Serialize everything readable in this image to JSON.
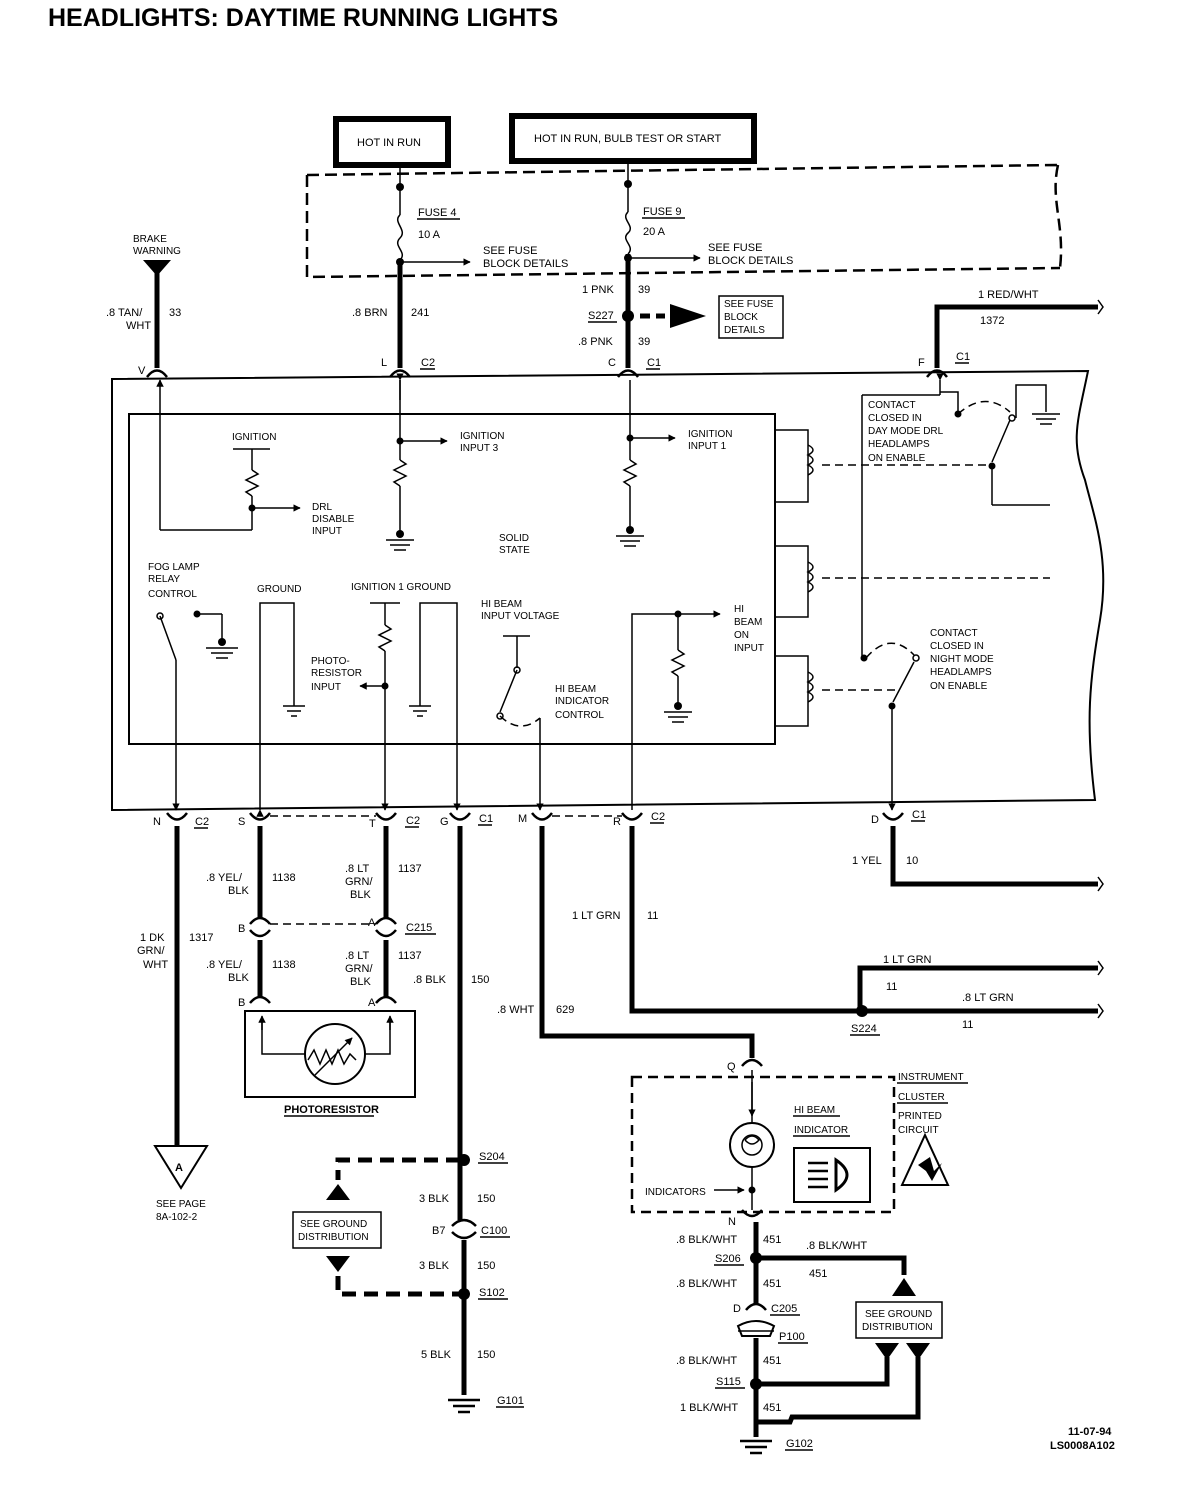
{
  "title": "HEADLIGHTS: DAYTIME RUNNING LIGHTS",
  "power": {
    "hot_in_run": "HOT IN RUN",
    "hot_in_run_bulb": "HOT IN RUN, BULB TEST OR START"
  },
  "fuses": {
    "fuse4": "FUSE 4",
    "fuse4_amp": "10 A",
    "fuse9": "FUSE 9",
    "fuse9_amp": "20 A",
    "see_fuse_1a": "SEE FUSE",
    "see_fuse_1b": "BLOCK DETAILS",
    "see_fuse_2a": "SEE FUSE",
    "see_fuse_2b": "BLOCK DETAILS",
    "see_fuse_3a": "SEE FUSE",
    "see_fuse_3b": "BLOCK",
    "see_fuse_3c": "DETAILS"
  },
  "top": {
    "brake1": "BRAKE",
    "brake2": "WARNING",
    "w33a": ".8 TAN/",
    "w33b": "WHT",
    "w33n": "33",
    "w241a": ".8 BRN",
    "w241n": "241",
    "w39a": "1 PNK",
    "w39n": "39",
    "s227": "S227",
    "w39b": ".8 PNK",
    "w39bn": "39",
    "w1372a": "1 RED/WHT",
    "w1372n": "1372",
    "pinV": "V",
    "pinL": "L",
    "pinC": "C",
    "pinF": "F",
    "c2a": "C2",
    "c1a": "C1",
    "c1b": "C1"
  },
  "module": {
    "ignition": "IGNITION",
    "drl1": "DRL",
    "drl2": "DISABLE",
    "drl3": "INPUT",
    "ign3a": "IGNITION",
    "ign3b": "INPUT 3",
    "ign1a": "IGNITION",
    "ign1b": "INPUT 1",
    "solid1": "SOLID",
    "solid2": "STATE",
    "fog1": "FOG LAMP",
    "fog2": "RELAY",
    "fog3": "CONTROL",
    "ground1": "GROUND",
    "ign1gnd": "IGNITION 1  GROUND",
    "photo1": "PHOTO-",
    "photo2": "RESISTOR",
    "photo3": "INPUT",
    "hibeamv1": "HI BEAM",
    "hibeamv2": "INPUT VOLTAGE",
    "hbind1": "HI BEAM",
    "hbind2": "INDICATOR",
    "hbind3": "CONTROL",
    "hbon1": "HI",
    "hbon2": "BEAM",
    "hbon3": "ON",
    "hbon4": "INPUT",
    "cday1": "CONTACT",
    "cday2": "CLOSED IN",
    "cday3": "DAY MODE DRL",
    "cday4": "HEADLAMPS",
    "cday5": "ON ENABLE",
    "cnight1": "CONTACT",
    "cnight2": "CLOSED IN",
    "cnight3": "NIGHT MODE",
    "cnight4": "HEADLAMPS",
    "cnight5": "ON ENABLE"
  },
  "bottom": {
    "pinN": "N",
    "pinS": "S",
    "pinT": "T",
    "pinG": "G",
    "pinM": "M",
    "pinR": "R",
    "pinD": "D",
    "c2b": "C2",
    "c2c": "C2",
    "c1c": "C1",
    "c2d": "C2",
    "c1d": "C1",
    "w1138a": ".8 YEL/",
    "w1138b": "BLK",
    "w1138n": "1138",
    "w1137a": ".8 LT",
    "w1137b": "GRN/",
    "w1137c": "BLK",
    "w1137n": "1137",
    "pinB1": "B",
    "pinA1": "A",
    "c215": "C215",
    "w1138c": ".8 YEL/",
    "w1138d": "BLK",
    "w1138m": "1138",
    "w1137d": ".8 LT",
    "w1137e": "GRN/",
    "w1137f": "BLK",
    "w1137m": "1137",
    "w150a": ".8 BLK",
    "w150n": "150",
    "pinB2": "B",
    "pinA2": "A",
    "photoresistor": "PHOTORESISTOR",
    "w1317a": "1 DK",
    "w1317b": "GRN/",
    "w1317c": "WHT",
    "w1317n": "1317",
    "w11a": "1 LT GRN",
    "w11n": "11",
    "w10a": "1 YEL",
    "w10n": "10",
    "w11b": "1 LT GRN",
    "w11bn": "11",
    "w11c": ".8 LT GRN",
    "w11cn": "11",
    "s224": "S224",
    "w629a": ".8 WHT",
    "w629n": "629",
    "circleA": "A",
    "seepage1": "SEE PAGE",
    "seepage2": "8A-102-2",
    "s204": "S204",
    "w150b": "3 BLK",
    "w150bn": "150",
    "b7": "B7",
    "c100": "C100",
    "w150c": "3 BLK",
    "w150cn": "150",
    "s102": "S102",
    "w150d": "5 BLK",
    "w150dn": "150",
    "g101": "G101",
    "sgd1a": "SEE GROUND",
    "sgd1b": "DISTRIBUTION"
  },
  "cluster": {
    "pinQ": "Q",
    "ic1": "INSTRUMENT",
    "ic2": "CLUSTER",
    "ic3": "PRINTED",
    "ic4": "CIRCUIT",
    "hbi1": "HI BEAM",
    "hbi2": "INDICATOR",
    "indicators": "INDICATORS",
    "pinN2": "N",
    "w451a": ".8 BLK/WHT",
    "w451an": "451",
    "s206": "S206",
    "w451b": ".8 BLK/WHT",
    "w451bn": "451",
    "w451c": ".8 BLK/WHT",
    "w451cn": "451",
    "pinD2": "D",
    "c205": "C205",
    "p100": "P100",
    "w451d": ".8 BLK/WHT",
    "w451dn": "451",
    "s115": "S115",
    "w451e": "1 BLK/WHT",
    "w451en": "451",
    "g102": "G102",
    "sgd2a": "SEE GROUND",
    "sgd2b": "DISTRIBUTION"
  },
  "footer": {
    "date": "11-07-94",
    "code": "LS0008A102"
  }
}
